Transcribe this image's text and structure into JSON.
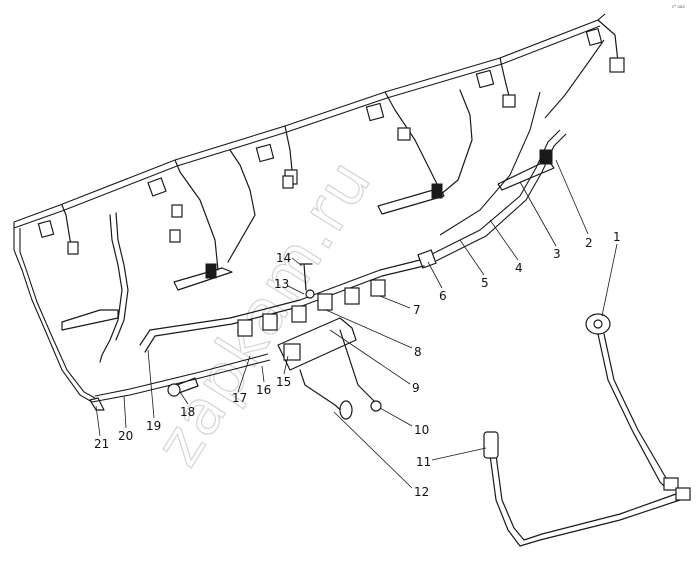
{
  "diagram": {
    "watermark": "zapkam.ru",
    "corner_mark": "s* aaa",
    "callouts": [
      "1",
      "2",
      "3",
      "4",
      "5",
      "6",
      "7",
      "8",
      "9",
      "10",
      "11",
      "12",
      "13",
      "14",
      "15",
      "16",
      "17",
      "18",
      "19",
      "20",
      "21"
    ]
  }
}
